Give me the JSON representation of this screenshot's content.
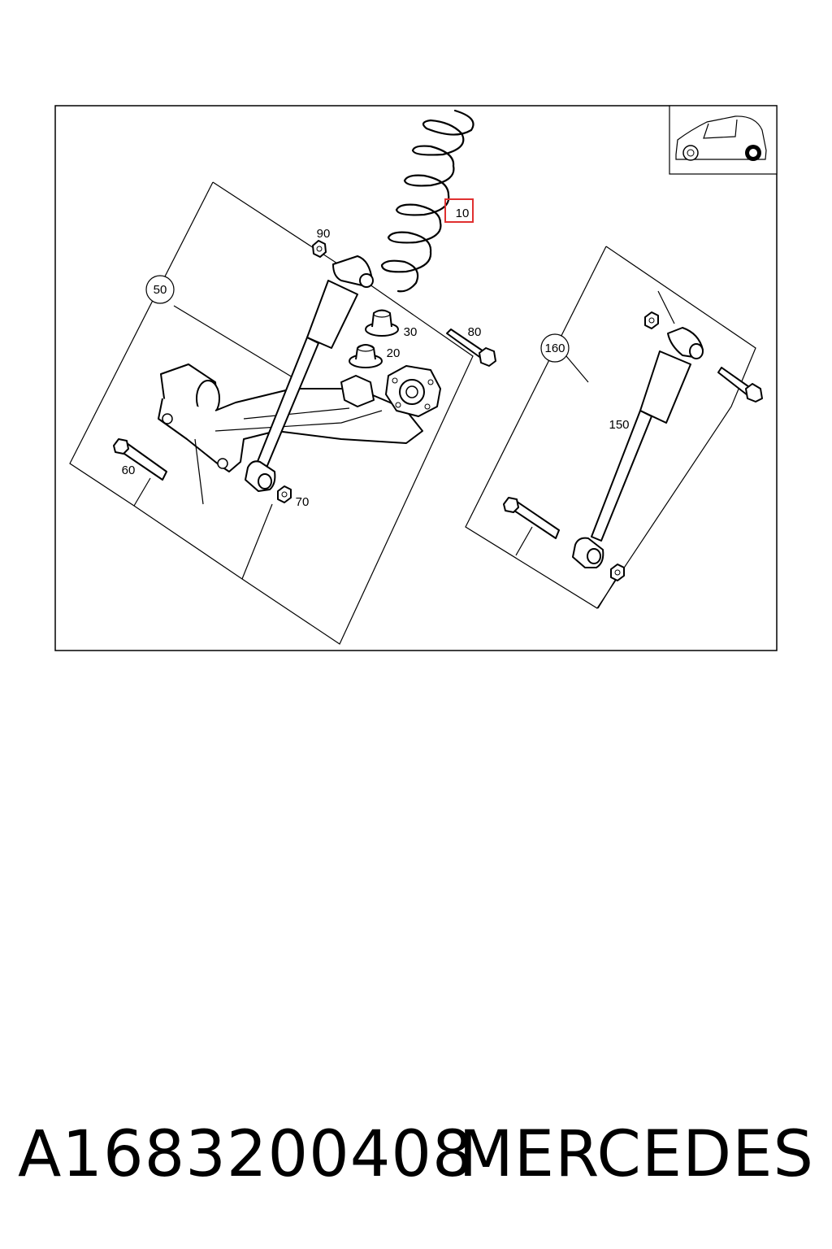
{
  "diagram": {
    "callouts": {
      "c10": "10",
      "c20": "20",
      "c30": "30",
      "c50": "50",
      "c60": "60",
      "c70": "70",
      "c80": "80",
      "c90": "90",
      "c150": "150",
      "c160": "160"
    },
    "highlight_color": "#e03030"
  },
  "footer": {
    "part_number": "A1683200408",
    "brand": "MERCEDES"
  }
}
